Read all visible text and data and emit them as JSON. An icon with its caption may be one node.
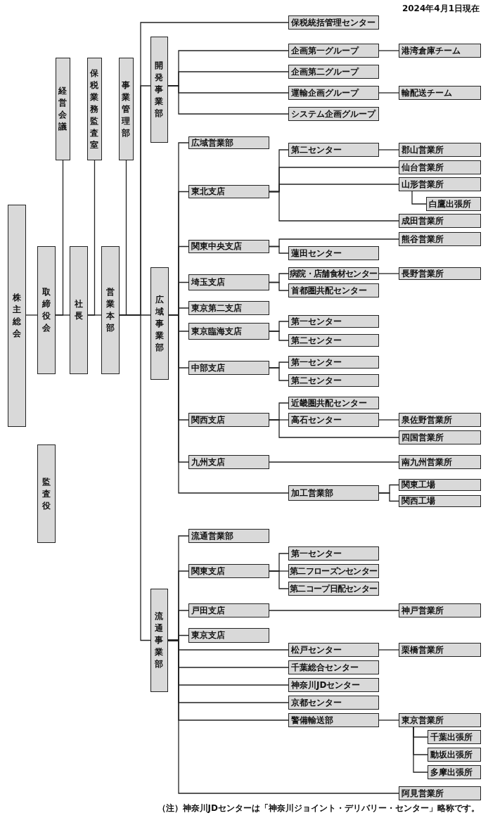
{
  "diagram": {
    "nodes": [
      {
        "text": [
          "株主総会"
        ]
      },
      {
        "text": [
          "取締役会"
        ]
      },
      {
        "text": [
          "社長"
        ]
      },
      {
        "text": [
          "営業本部"
        ]
      },
      {
        "text": [
          "経営会議"
        ]
      },
      {
        "text": [
          "保税業務監査室"
        ]
      },
      {
        "text": [
          "事業管理部"
        ]
      },
      {
        "text": [
          "監査役"
        ]
      },
      {
        "text": [
          "保税統括管理センター"
        ]
      },
      {
        "text": [
          "開発事業部"
        ]
      },
      {
        "text": [
          "企画第一グループ"
        ]
      },
      {
        "text": [
          "港湾倉庫チーム"
        ]
      },
      {
        "text": [
          "企画第二グループ"
        ]
      },
      {
        "text": [
          "運輸企画グループ"
        ]
      },
      {
        "text": [
          "輸配送チーム"
        ]
      },
      {
        "text": [
          "システム企画グループ"
        ]
      },
      {
        "text": [
          "広域事業部"
        ]
      },
      {
        "text": [
          "広域営業部"
        ]
      },
      {
        "text": [
          "東北支店"
        ]
      },
      {
        "text": [
          "第二センター"
        ]
      },
      {
        "text": [
          "郡山営業所"
        ]
      },
      {
        "text": [
          "仙台営業所"
        ]
      },
      {
        "text": [
          "山形営業所"
        ]
      },
      {
        "text": [
          "白鷹出張所"
        ]
      },
      {
        "text": [
          "成田営業所"
        ]
      },
      {
        "text": [
          "関東中央支店"
        ]
      },
      {
        "text": [
          "熊谷営業所"
        ]
      },
      {
        "text": [
          "蓮田センター"
        ]
      },
      {
        "text": [
          "埼玉支店"
        ]
      },
      {
        "text": [
          "病院・店舗食材センター"
        ]
      },
      {
        "text": [
          "長野営業所"
        ]
      },
      {
        "text": [
          "首都圏共配センター"
        ]
      },
      {
        "text": [
          "東京第二支店"
        ]
      },
      {
        "text": [
          "東京臨海支店"
        ]
      },
      {
        "text": [
          "第一センター"
        ]
      },
      {
        "text": [
          "第二センター"
        ]
      },
      {
        "text": [
          "中部支店"
        ]
      },
      {
        "text": [
          "第一センター"
        ]
      },
      {
        "text": [
          "第二センター"
        ]
      },
      {
        "text": [
          "関西支店"
        ]
      },
      {
        "text": [
          "近畿圏共配センター"
        ]
      },
      {
        "text": [
          "高石センター"
        ]
      },
      {
        "text": [
          "泉佐野営業所"
        ]
      },
      {
        "text": [
          "四国営業所"
        ]
      },
      {
        "text": [
          "九州支店"
        ]
      },
      {
        "text": [
          "南九州営業所"
        ]
      },
      {
        "text": [
          "加工営業部"
        ]
      },
      {
        "text": [
          "関東工場"
        ]
      },
      {
        "text": [
          "関西工場"
        ]
      },
      {
        "text": [
          "流通事業部"
        ]
      },
      {
        "text": [
          "流通営業部"
        ]
      },
      {
        "text": [
          "関東支店"
        ]
      },
      {
        "text": [
          "第一センター"
        ]
      },
      {
        "text": [
          "第二フローズンセンター"
        ]
      },
      {
        "text": [
          "第二コープ日配センター"
        ]
      },
      {
        "text": [
          "戸田支店"
        ]
      },
      {
        "text": [
          "神戸営業所"
        ]
      },
      {
        "text": [
          "東京支店"
        ]
      },
      {
        "text": [
          "松戸センター"
        ]
      },
      {
        "text": [
          "栗橋営業所"
        ]
      },
      {
        "text": [
          "千葉総合センター"
        ]
      },
      {
        "text": [
          "神奈川JDセンター"
        ]
      },
      {
        "text": [
          "京都センター"
        ]
      },
      {
        "text": [
          "警備輸送部"
        ]
      },
      {
        "text": [
          "東京営業所"
        ]
      },
      {
        "text": [
          "千葉出張所"
        ]
      },
      {
        "text": [
          "動坂出張所"
        ]
      },
      {
        "text": [
          "多摩出張所"
        ]
      },
      {
        "text": [
          "阿見営業所"
        ]
      }
    ],
    "edges": [
      {
        "from": 0,
        "to": 1,
        "arrow": "none"
      },
      {
        "from": 1,
        "to": 2,
        "arrow": "none"
      },
      {
        "from": 2,
        "to": 3,
        "arrow": "none"
      },
      {
        "from": 4,
        "to": 1,
        "arrow": "none"
      },
      {
        "from": 5,
        "to": 2,
        "arrow": "none"
      },
      {
        "from": 6,
        "to": 3,
        "arrow": "none"
      },
      {
        "from": 3,
        "to": 8,
        "arrow": "none"
      },
      {
        "from": 3,
        "to": 9,
        "arrow": "none"
      },
      {
        "from": 3,
        "to": 16,
        "arrow": "none"
      },
      {
        "from": 3,
        "to": 49,
        "arrow": "none"
      },
      {
        "from": 9,
        "to": 10,
        "arrow": "none"
      },
      {
        "from": 10,
        "to": 11,
        "arrow": "none"
      },
      {
        "from": 9,
        "to": 12,
        "arrow": "none"
      },
      {
        "from": 9,
        "to": 13,
        "arrow": "none"
      },
      {
        "from": 13,
        "to": 14,
        "arrow": "none"
      },
      {
        "from": 9,
        "to": 15,
        "arrow": "none"
      },
      {
        "from": 16,
        "to": 17,
        "arrow": "none"
      },
      {
        "from": 16,
        "to": 18,
        "arrow": "none"
      },
      {
        "from": 18,
        "to": 19,
        "arrow": "none"
      },
      {
        "from": 19,
        "to": 20,
        "arrow": "none"
      },
      {
        "from": 18,
        "to": 21,
        "arrow": "none"
      },
      {
        "from": 18,
        "to": 22,
        "arrow": "none"
      },
      {
        "from": 22,
        "to": 23,
        "arrow": "none"
      },
      {
        "from": 18,
        "to": 24,
        "arrow": "none"
      },
      {
        "from": 16,
        "to": 25,
        "arrow": "none"
      },
      {
        "from": 25,
        "to": 26,
        "arrow": "none"
      },
      {
        "from": 25,
        "to": 27,
        "arrow": "none"
      },
      {
        "from": 16,
        "to": 28,
        "arrow": "none"
      },
      {
        "from": 28,
        "to": 29,
        "arrow": "none"
      },
      {
        "from": 29,
        "to": 30,
        "arrow": "none"
      },
      {
        "from": 28,
        "to": 31,
        "arrow": "none"
      },
      {
        "from": 16,
        "to": 32,
        "arrow": "none"
      },
      {
        "from": 16,
        "to": 33,
        "arrow": "none"
      },
      {
        "from": 33,
        "to": 34,
        "arrow": "none"
      },
      {
        "from": 33,
        "to": 35,
        "arrow": "none"
      },
      {
        "from": 16,
        "to": 36,
        "arrow": "none"
      },
      {
        "from": 36,
        "to": 37,
        "arrow": "none"
      },
      {
        "from": 36,
        "to": 38,
        "arrow": "none"
      },
      {
        "from": 16,
        "to": 39,
        "arrow": "none"
      },
      {
        "from": 39,
        "to": 40,
        "arrow": "none"
      },
      {
        "from": 39,
        "to": 41,
        "arrow": "none"
      },
      {
        "from": 41,
        "to": 42,
        "arrow": "none"
      },
      {
        "from": 39,
        "to": 43,
        "arrow": "none"
      },
      {
        "from": 16,
        "to": 44,
        "arrow": "none"
      },
      {
        "from": 44,
        "to": 45,
        "arrow": "none"
      },
      {
        "from": 16,
        "to": 46,
        "arrow": "none"
      },
      {
        "from": 46,
        "to": 47,
        "arrow": "none"
      },
      {
        "from": 46,
        "to": 48,
        "arrow": "none"
      },
      {
        "from": 49,
        "to": 50,
        "arrow": "none"
      },
      {
        "from": 49,
        "to": 51,
        "arrow": "none"
      },
      {
        "from": 51,
        "to": 52,
        "arrow": "none"
      },
      {
        "from": 51,
        "to": 53,
        "arrow": "none"
      },
      {
        "from": 51,
        "to": 54,
        "arrow": "none"
      },
      {
        "from": 49,
        "to": 55,
        "arrow": "none"
      },
      {
        "from": 55,
        "to": 56,
        "arrow": "none"
      },
      {
        "from": 49,
        "to": 57,
        "arrow": "none"
      },
      {
        "from": 49,
        "to": 58,
        "arrow": "none"
      },
      {
        "from": 58,
        "to": 59,
        "arrow": "none"
      },
      {
        "from": 49,
        "to": 60,
        "arrow": "none"
      },
      {
        "from": 49,
        "to": 61,
        "arrow": "none"
      },
      {
        "from": 49,
        "to": 62,
        "arrow": "none"
      },
      {
        "from": 49,
        "to": 63,
        "arrow": "none"
      },
      {
        "from": 63,
        "to": 64,
        "arrow": "none"
      },
      {
        "from": 64,
        "to": 65,
        "arrow": "none"
      },
      {
        "from": 64,
        "to": 66,
        "arrow": "none"
      },
      {
        "from": 64,
        "to": 67,
        "arrow": "none"
      },
      {
        "from": 49,
        "to": 68,
        "arrow": "none"
      }
    ],
    "labels": [
      "2024年4月1日現在",
      "（注）神奈川JDセンターは「神奈川ジョイント・デリバリー・センター」略称です。"
    ]
  }
}
